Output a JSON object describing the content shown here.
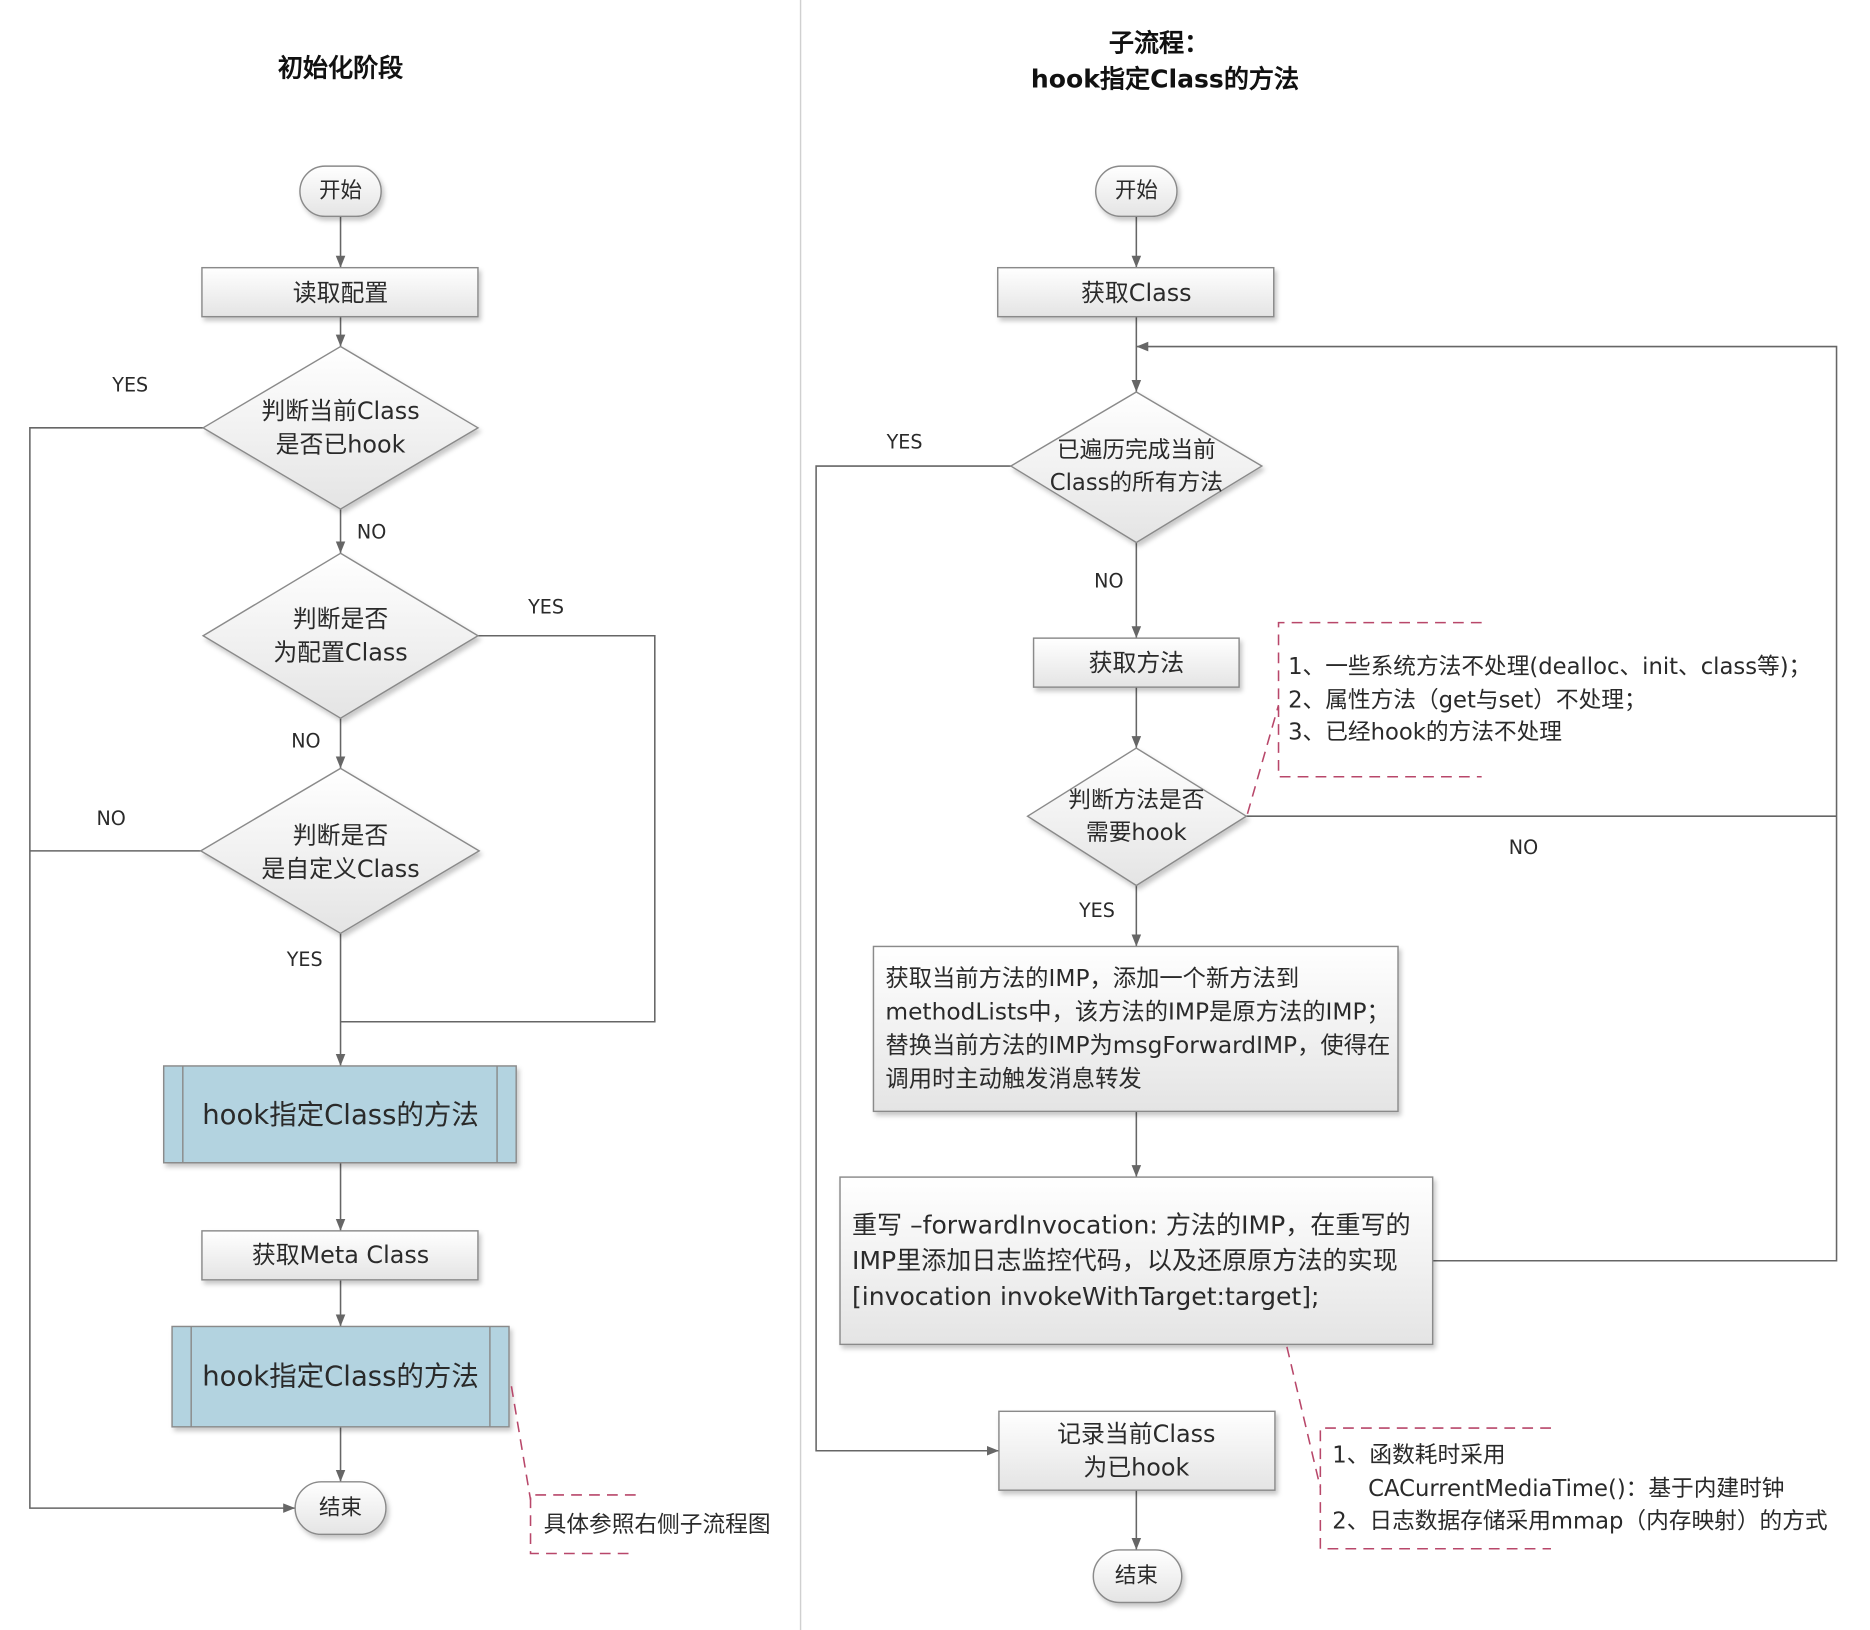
{
  "left_panel": {
    "title": "初始化阶段",
    "nodes": {
      "start": "开始",
      "read_config": "读取配置",
      "check_hooked": [
        "判断当前Class",
        "是否已hook"
      ],
      "check_config": [
        "判断是否",
        "为配置Class"
      ],
      "check_custom": [
        "判断是否",
        "是自定义Class"
      ],
      "hook_class_methods": "hook指定Class的方法",
      "get_meta_class": "获取Meta Class",
      "hook_meta_class_methods": "hook指定Class的方法",
      "end": "结束"
    },
    "edge_labels": {
      "hooked_yes": "YES",
      "hooked_no": "NO",
      "config_yes": "YES",
      "config_no": "NO",
      "custom_no": "NO",
      "custom_yes": "YES"
    },
    "note": "具体参照右侧子流程图"
  },
  "right_panel": {
    "title": [
      "子流程：",
      "hook指定Class的方法"
    ],
    "nodes": {
      "start": "开始",
      "get_class": "获取Class",
      "check_all_traversed": [
        "已遍历完成当前",
        "Class的所有方法"
      ],
      "get_method": "获取方法",
      "check_needs_hook": [
        "判断方法是否",
        "需要hook"
      ],
      "add_and_replace_imp": [
        "获取当前方法的IMP，添加一个新方法到",
        "methodLists中，该方法的IMP是原方法的IMP；",
        "替换当前方法的IMP为msgForwardIMP，使得在",
        "调用时主动触发消息转发"
      ],
      "override_forward_invocation": [
        "重写 –forwardInvocation: 方法的IMP，在重写的",
        "IMP里添加日志监控代码，以及还原原方法的实现",
        "[invocation invokeWithTarget:target];"
      ],
      "record_hooked": [
        "记录当前Class",
        "为已hook"
      ],
      "end": "结束"
    },
    "edge_labels": {
      "traversed_yes": "YES",
      "traversed_no": "NO",
      "needs_hook_no": "NO",
      "needs_hook_yes": "YES"
    },
    "notes": {
      "skip_rules": [
        "1、一些系统方法不处理(dealloc、init、class等)；",
        "2、属性方法（get与set）不处理；",
        "3、已经hook的方法不处理"
      ],
      "implementation": [
        "1、函数耗时采用",
        "CACurrentMediaTime()：基于内建时钟",
        "2、日志数据存储采用mmap（内存映射）的方式"
      ]
    }
  },
  "colors": {
    "background": "#ffffff",
    "title": "#111111",
    "text": "#2a2a2a",
    "line": "#666666",
    "node_border": "#8a8a8a",
    "node_fill_top": "#ffffff",
    "node_fill_bottom": "#e4e4e4",
    "subprocess_fill": "#b3d3e0",
    "annotation_dash": "#b8476a",
    "divider": "#d0d0d0"
  }
}
